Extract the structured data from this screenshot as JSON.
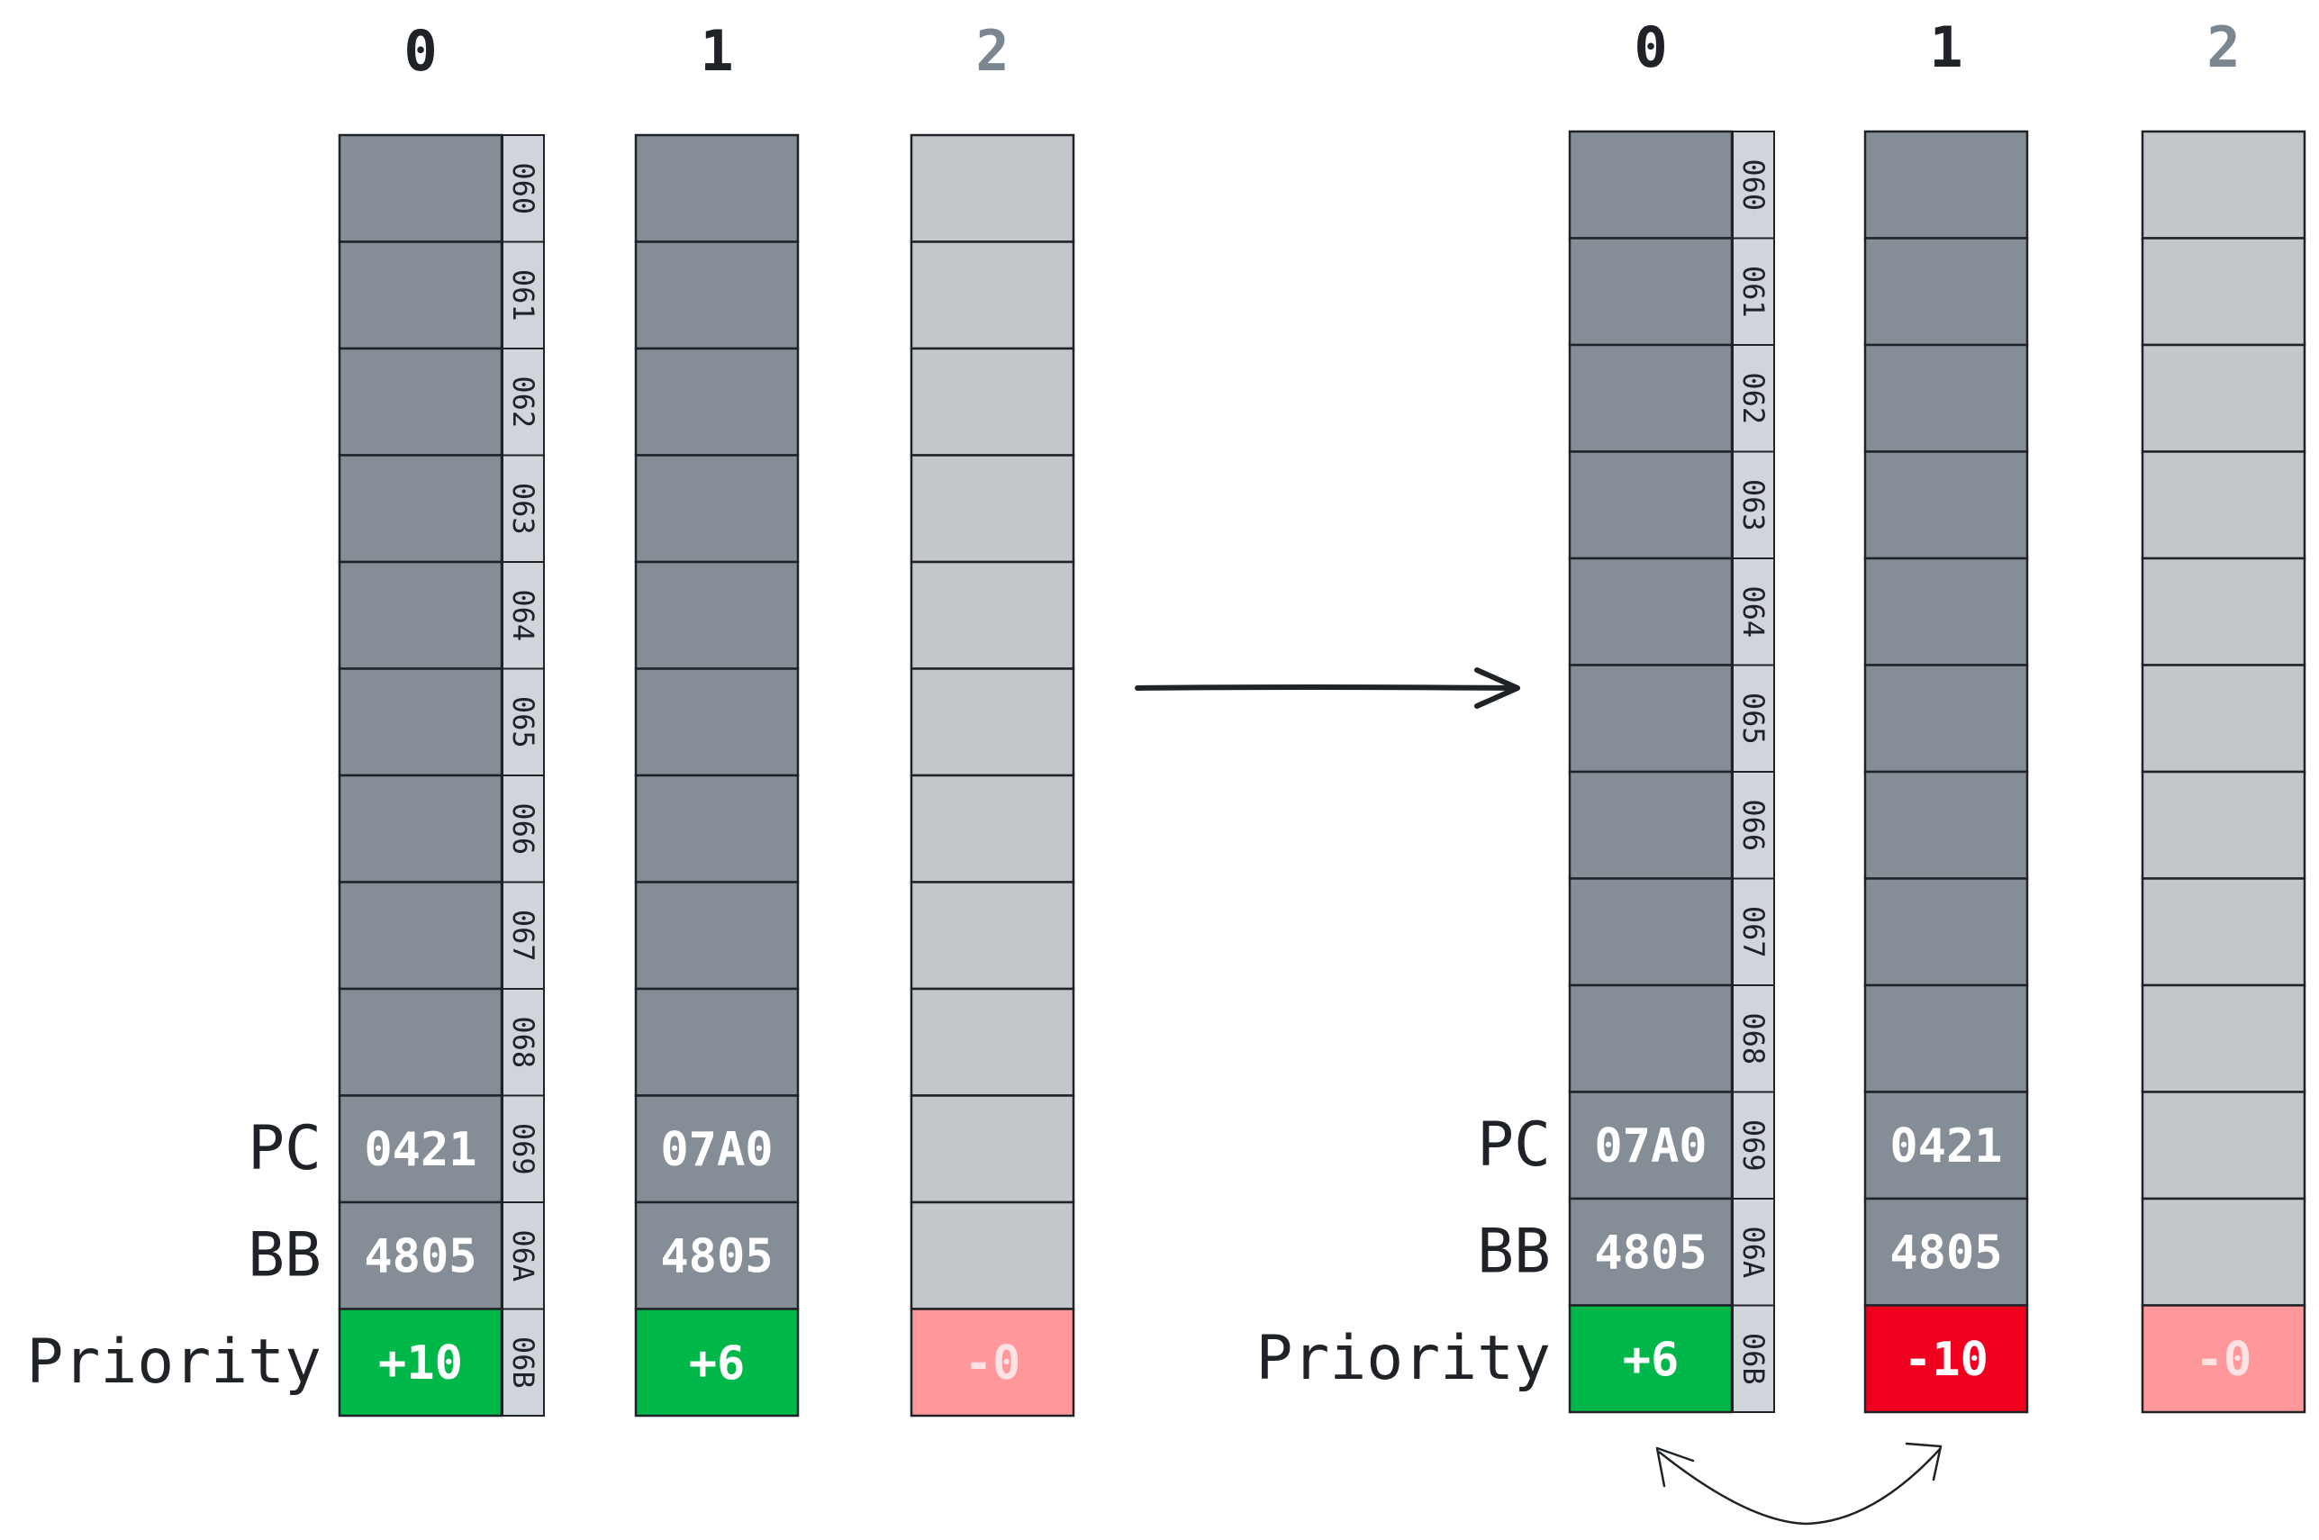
{
  "panels": [
    {
      "id": "before",
      "columns": [
        {
          "index_label": "0",
          "style": "active",
          "cells": {
            "pc": "0421",
            "bb": "4805"
          },
          "priority": "+10",
          "priority_color": "#00b84a"
        },
        {
          "index_label": "1",
          "style": "active",
          "cells": {
            "pc": "07A0",
            "bb": "4805"
          },
          "priority": "+6",
          "priority_color": "#00b84a"
        },
        {
          "index_label": "2",
          "style": "inactive",
          "cells": {
            "pc": "",
            "bb": ""
          },
          "priority": "-0",
          "priority_color": "#ff979b"
        }
      ],
      "row_labels": {
        "pc": "PC",
        "bb": "BB",
        "priority": "Priority"
      }
    },
    {
      "id": "after",
      "columns": [
        {
          "index_label": "0",
          "style": "active",
          "cells": {
            "pc": "07A0",
            "bb": "4805"
          },
          "priority": "+6",
          "priority_color": "#00b84a"
        },
        {
          "index_label": "1",
          "style": "active",
          "cells": {
            "pc": "0421",
            "bb": "4805"
          },
          "priority": "-10",
          "priority_color": "#f0001e"
        },
        {
          "index_label": "2",
          "style": "inactive",
          "cells": {
            "pc": "",
            "bb": ""
          },
          "priority": "-0",
          "priority_color": "#ff979b"
        }
      ],
      "row_labels": {
        "pc": "PC",
        "bb": "BB",
        "priority": "Priority"
      }
    }
  ],
  "addresses": [
    "060",
    "061",
    "062",
    "063",
    "064",
    "065",
    "066",
    "067",
    "068",
    "069",
    "06A",
    "06B"
  ],
  "colors": {
    "active_cell": "#858e97",
    "inactive_cell": "#c3c7cc",
    "address_strip": "#d0d5dc",
    "cell_text": "#ffffff",
    "inactive_index": "#7c8690",
    "ink": "#1f2328"
  }
}
